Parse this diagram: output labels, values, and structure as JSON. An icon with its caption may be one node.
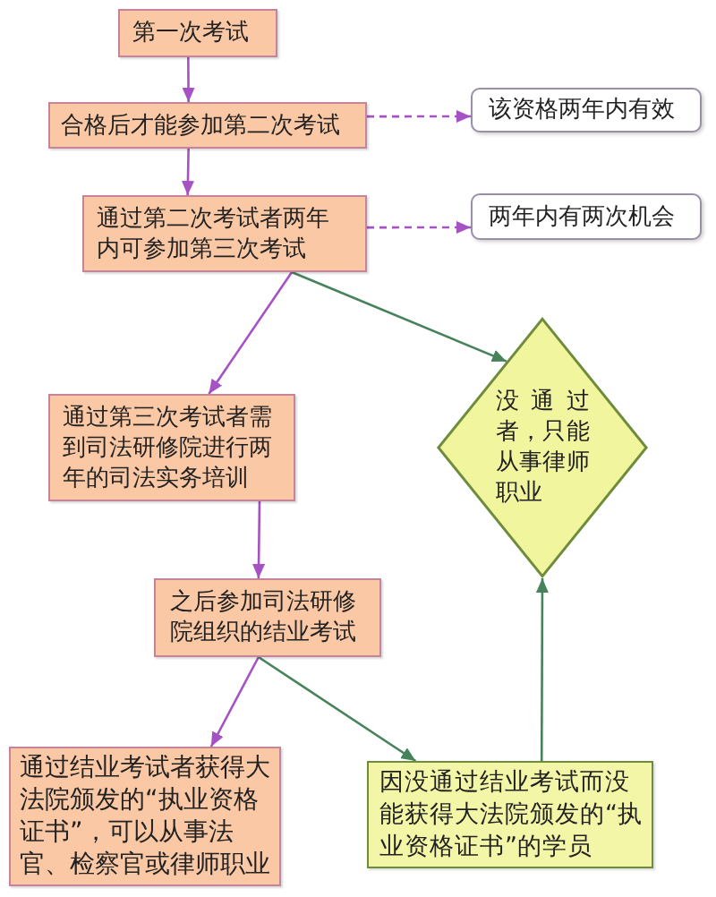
{
  "diagram": {
    "nodes": [
      {
        "text": [
          "第一次考试"
        ]
      },
      {
        "text": [
          "合格后才能参加第二次考试"
        ]
      },
      {
        "text": [
          "该资格两年内有效"
        ]
      },
      {
        "text": [
          "通过第二次考试者两年内可参加第三次考试"
        ]
      },
      {
        "text": [
          "两年内有两次机会"
        ]
      },
      {
        "text": [
          "通过第三次考试者需到司法研修院进行两年的司法实务培训"
        ]
      },
      {
        "text": [
          "没通过者，只能从事律师职业"
        ]
      },
      {
        "text": [
          "之后参加司法研修院组织的结业考试"
        ]
      },
      {
        "text": [
          "通过结业考试者获得大法院颁发的“执业资格证书”，可以从事法官、检察官或律师职业"
        ]
      },
      {
        "text": [
          "因没通过结业考试而没能获得大法院颁发的“执业资格证书”的学员"
        ]
      }
    ],
    "edges": [
      {
        "from": 0,
        "to": 1,
        "arrow": "to"
      },
      {
        "from": 1,
        "to": 2,
        "arrow": "to",
        "style": "dashed"
      },
      {
        "from": 1,
        "to": 3,
        "arrow": "to"
      },
      {
        "from": 3,
        "to": 4,
        "arrow": "to",
        "style": "dashed"
      },
      {
        "from": 3,
        "to": 5,
        "arrow": "to"
      },
      {
        "from": 3,
        "to": 6,
        "arrow": "to",
        "color": "#46825a"
      },
      {
        "from": 5,
        "to": 7,
        "arrow": "to"
      },
      {
        "from": 7,
        "to": 8,
        "arrow": "to"
      },
      {
        "from": 7,
        "to": 9,
        "arrow": "to",
        "color": "#46825a"
      },
      {
        "from": 9,
        "to": 6,
        "arrow": "to",
        "color": "#46825a"
      }
    ]
  }
}
